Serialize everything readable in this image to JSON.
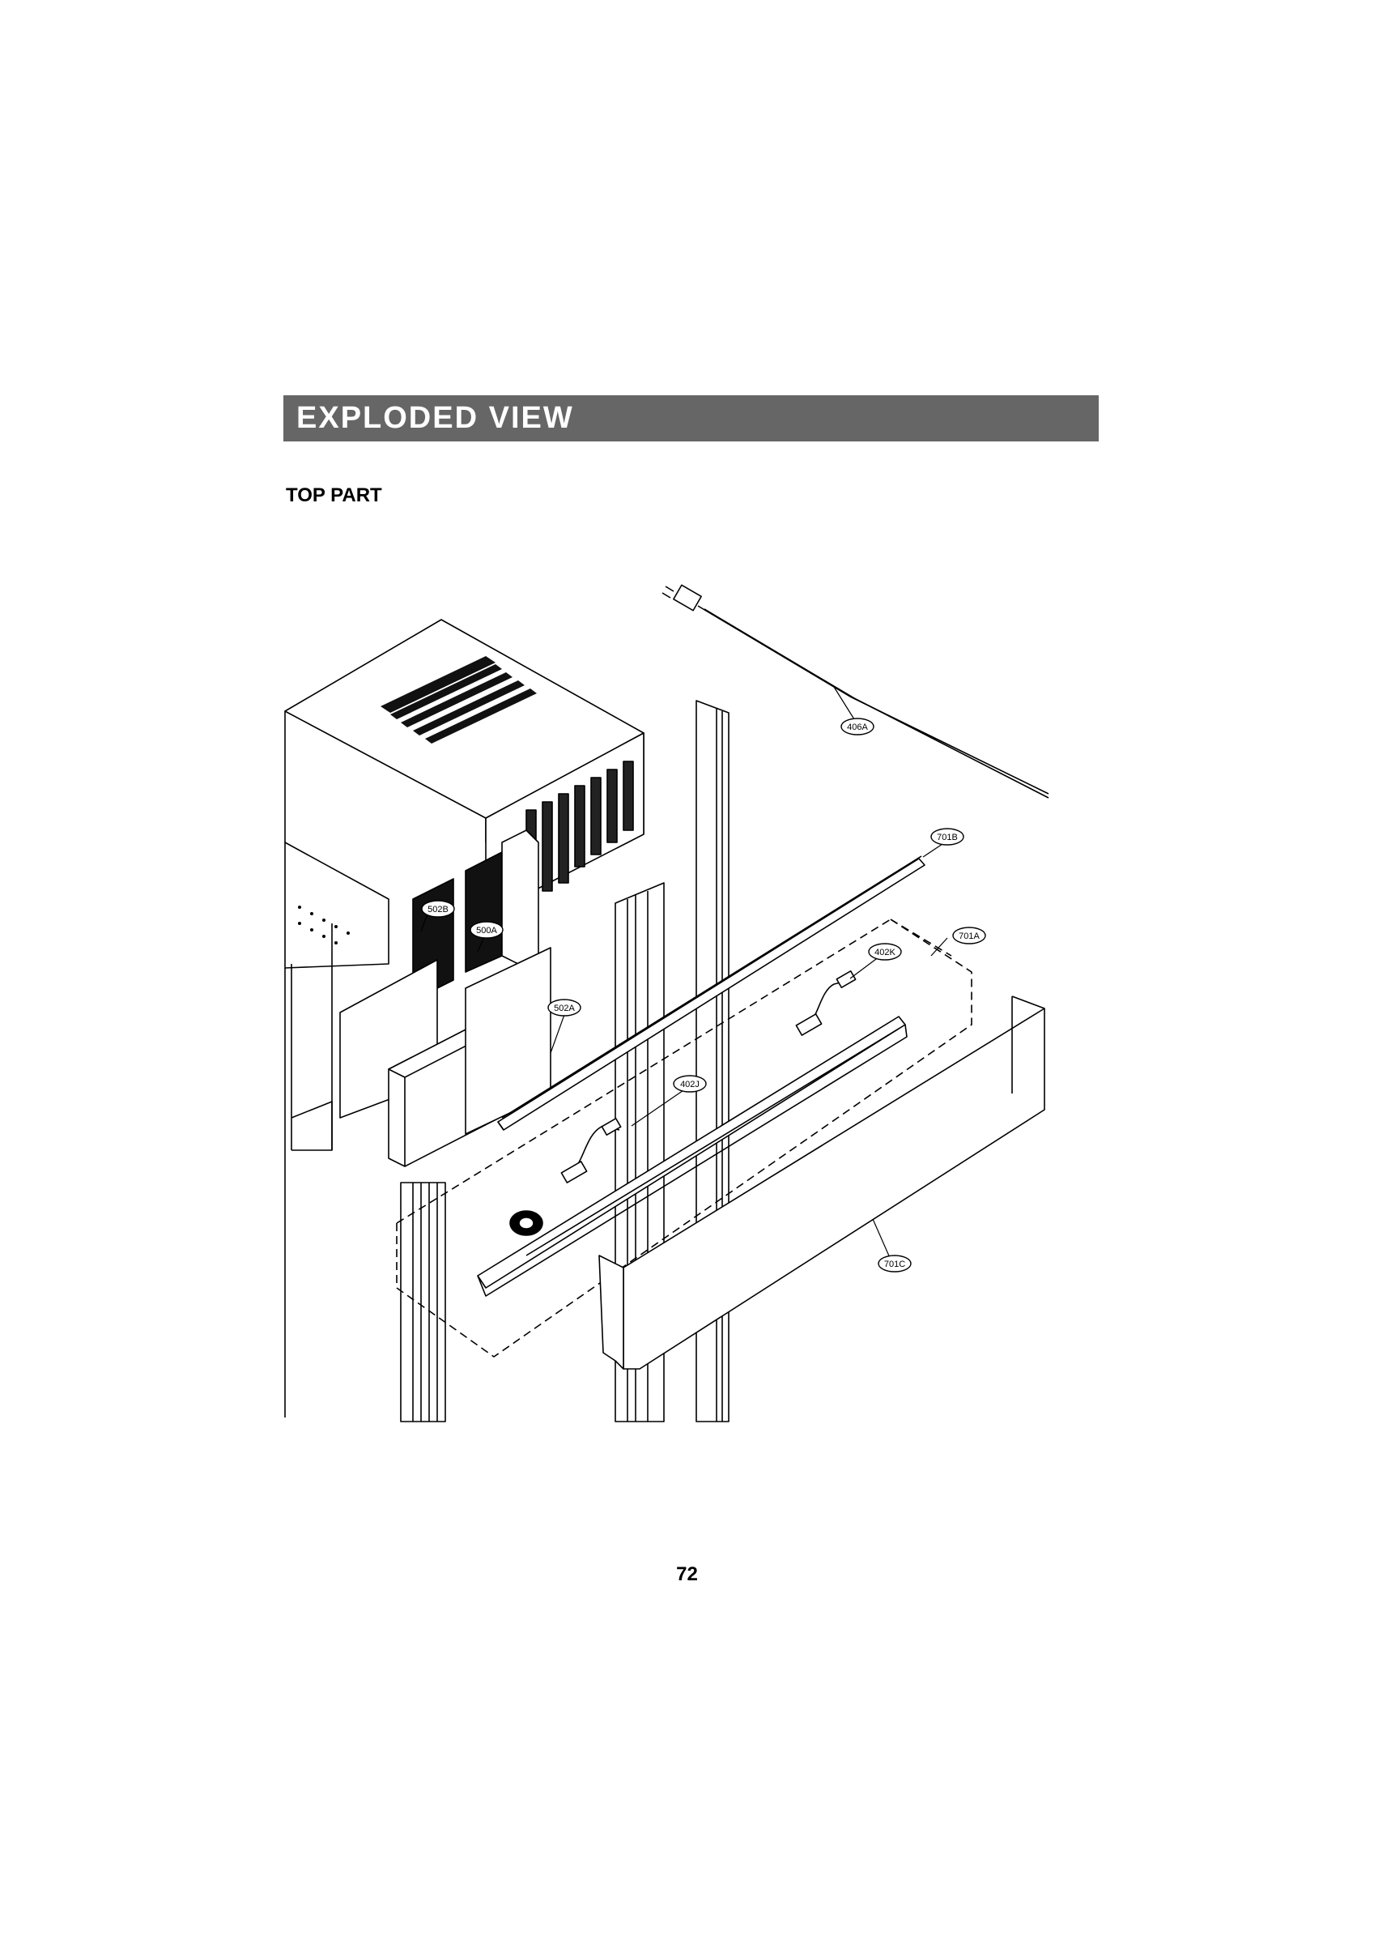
{
  "header": {
    "title": "EXPLODED VIEW",
    "bar_color": "#666666"
  },
  "section": {
    "title": "TOP PART"
  },
  "diagram": {
    "callouts": [
      {
        "id": "406A"
      },
      {
        "id": "701B"
      },
      {
        "id": "701A"
      },
      {
        "id": "402K"
      },
      {
        "id": "502B"
      },
      {
        "id": "500A"
      },
      {
        "id": "502A"
      },
      {
        "id": "402J"
      },
      {
        "id": "701C"
      }
    ]
  },
  "footer": {
    "page_number": "72"
  }
}
